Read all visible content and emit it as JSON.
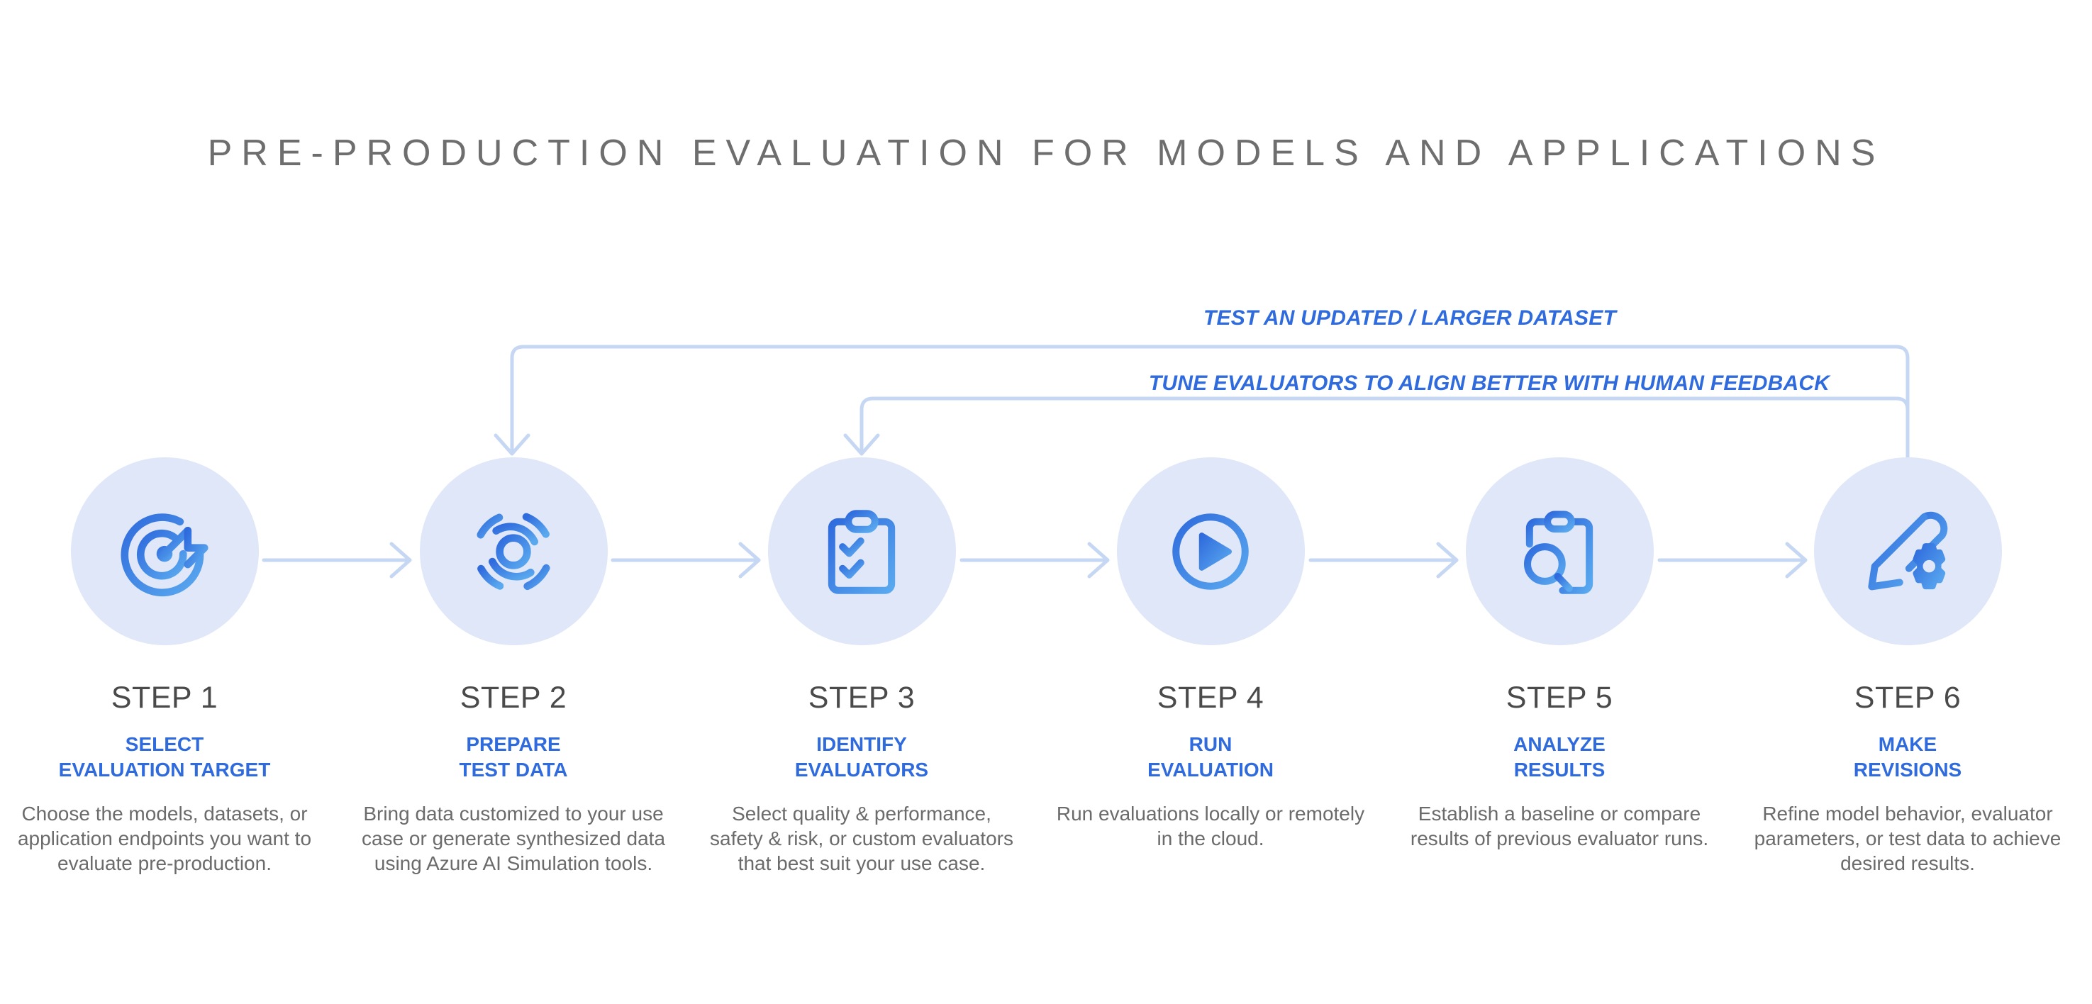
{
  "title": "PRE-PRODUCTION EVALUATION FOR MODELS AND APPLICATIONS",
  "colors": {
    "title_text": "#6e6e6e",
    "accent_blue": "#2f6bdd",
    "icon_gradient_start": "#2f6bdd",
    "icon_gradient_end": "#5aa9ef",
    "circle_fill": "#dfe7f9",
    "connector": "#c6d7f4",
    "body_text": "#6b6b6b",
    "background": "#ffffff"
  },
  "feedback_loops": [
    {
      "label": "TEST AN UPDATED / LARGER DATASET",
      "from_step": 6,
      "to_step": 2
    },
    {
      "label": "TUNE EVALUATORS TO ALIGN BETTER WITH HUMAN FEEDBACK",
      "from_step": 6,
      "to_step": 3
    }
  ],
  "steps": [
    {
      "number": "STEP 1",
      "icon": "target-icon",
      "title_line1": "SELECT",
      "title_line2": "EVALUATION TARGET",
      "description": "Choose the models, datasets, or application endpoints you want to evaluate pre-production."
    },
    {
      "number": "STEP 2",
      "icon": "radar-data-icon",
      "title_line1": "PREPARE",
      "title_line2": "TEST DATA",
      "description": "Bring data customized to your use case or generate synthesized data using Azure AI Simulation tools."
    },
    {
      "number": "STEP 3",
      "icon": "clipboard-checklist-icon",
      "title_line1": "IDENTIFY",
      "title_line2": "EVALUATORS",
      "description": "Select quality & performance, safety & risk, or custom evaluators that best suit your use case."
    },
    {
      "number": "STEP 4",
      "icon": "play-circle-icon",
      "title_line1": "RUN",
      "title_line2": "EVALUATION",
      "description": "Run evaluations locally or remotely in the cloud."
    },
    {
      "number": "STEP 5",
      "icon": "clipboard-search-icon",
      "title_line1": "ANALYZE",
      "title_line2": "RESULTS",
      "description": "Establish a baseline or compare results of previous evaluator runs."
    },
    {
      "number": "STEP 6",
      "icon": "pencil-gear-icon",
      "title_line1": "MAKE",
      "title_line2": "REVISIONS",
      "description": "Refine model behavior, evaluator parameters, or test data to achieve desired results."
    }
  ]
}
